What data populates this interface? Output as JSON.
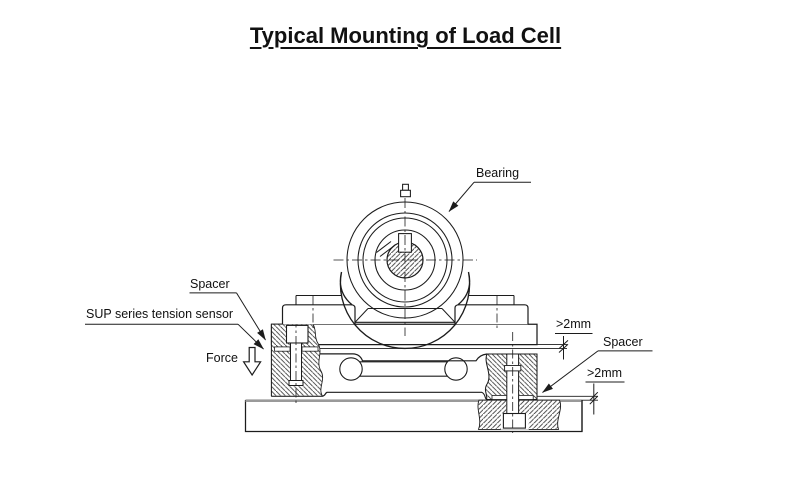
{
  "title": "Typical Mounting of Load Cell",
  "labels": {
    "bearing": "Bearing",
    "spacer_upper": "Spacer",
    "sensor": "SUP series tension sensor",
    "force": "Force",
    "gap_upper": "&gt;2mm",
    "spacer_lower": "Spacer",
    "gap_lower": "&gt;2mm"
  },
  "labels_plain": {
    "bearing": "Bearing",
    "spacer_upper": "Spacer",
    "sensor": "SUP series tension sensor",
    "force": "Force",
    "gap_upper": ">2mm",
    "spacer_lower": "Spacer",
    "gap_lower": ">2mm"
  },
  "colors": {
    "line": "#1c1c1c",
    "hatch": "#3a3a3a",
    "plate_top_edge": "#9a9a9a",
    "background": "#ffffff"
  }
}
